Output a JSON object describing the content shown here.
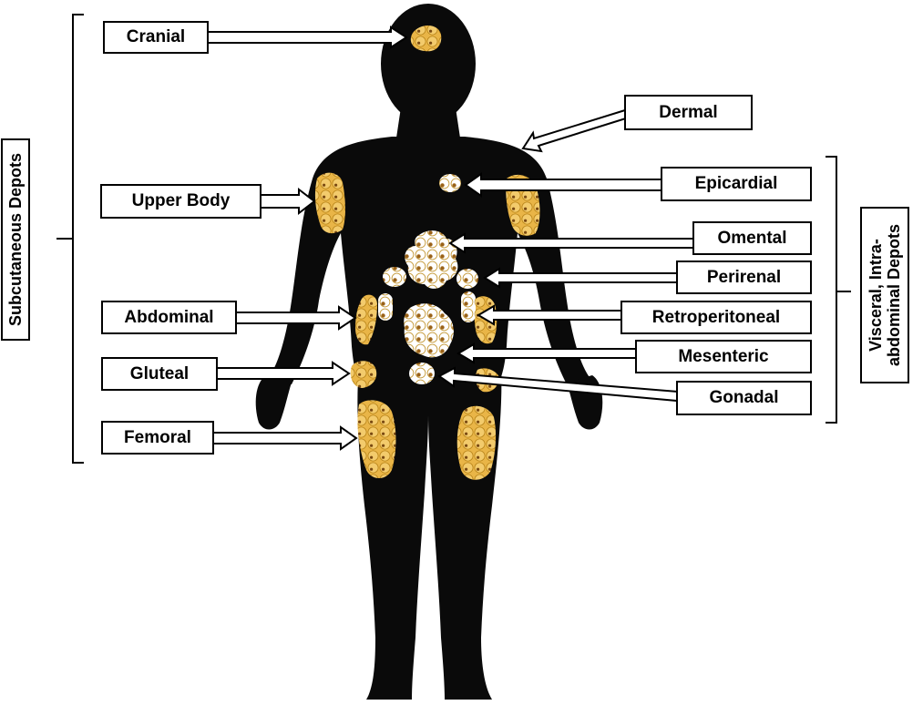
{
  "subcutaneous": {
    "title": "Subcutaneous Depots",
    "labels": {
      "cranial": "Cranial",
      "upper_body": "Upper Body",
      "abdominal": "Abdominal",
      "gluteal": "Gluteal",
      "femoral": "Femoral"
    }
  },
  "dermal": "Dermal",
  "visceral": {
    "title_line1": "Visceral, Intra-",
    "title_line2": "abdominal Depots",
    "labels": {
      "epicardial": "Epicardial",
      "omental": "Omental",
      "perirenal": "Perirenal",
      "retroperitoneal": "Retroperitoneal",
      "mesenteric": "Mesenteric",
      "gonadal": "Gonadal"
    }
  },
  "colors": {
    "silhouette": "#0a0a0a",
    "fat_tissue": "#e9b547",
    "fat_tissue_light": "#f6d98c",
    "fat_nucleus": "#7a4a12",
    "visceral_fill": "#ffffff"
  }
}
